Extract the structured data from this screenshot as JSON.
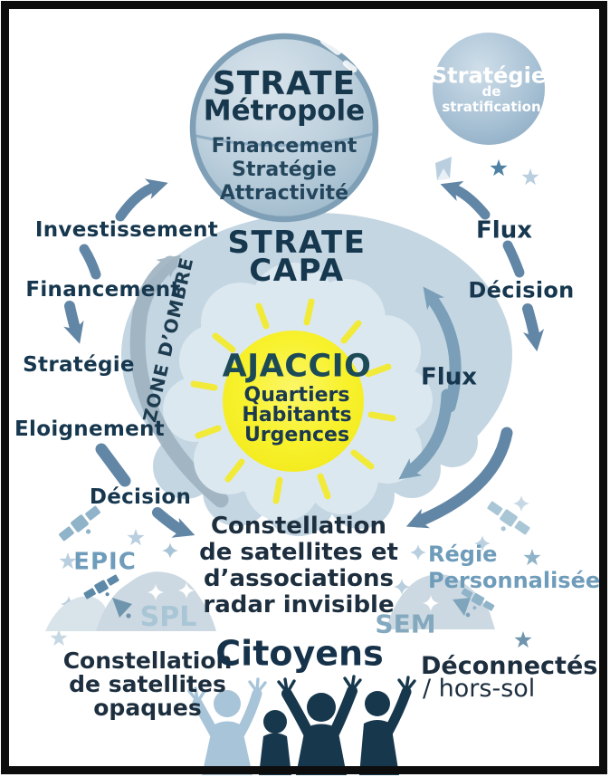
{
  "spheres": {
    "metropole": {
      "title": "STRATE",
      "subtitle": "Métropole",
      "items": "Financement\nStratégie\nAttractivité"
    },
    "stratification": {
      "line1": "Stratégie",
      "line2": "de stratification"
    }
  },
  "capa": {
    "title": "STRATE\nCAPA"
  },
  "sun": {
    "city": "AJACCIO",
    "items": "Quartiers\nHabitants\nUrgences"
  },
  "zone_ombre": "ZONE D’OMBRE",
  "labels": {
    "investissement": "Investissement",
    "financement": "Financement",
    "strategie": "Stratégie",
    "eloignement": "Eloignement",
    "decision_left": "Décision",
    "flux_top": "Flux",
    "decision_right": "Décision",
    "flux_mid": "Flux"
  },
  "core": {
    "text": "Constellation\nde satellites et\nd’associations\nradar invisible"
  },
  "entities": {
    "epic": "EPIC",
    "spl": "SPL",
    "sem": "SEM",
    "regie": "Régie\nPersonnalisée"
  },
  "bottom": {
    "opaques": "Constellation\nde satellites\nopaques",
    "citoyens": "Citoyens",
    "deconnectes_line1": "Déconnectés",
    "deconnectes_line2": "/ hors-sol"
  },
  "colors": {
    "navy_text": "#16374e",
    "steel_arrow": "#6286a5",
    "inner_arc_blue": "#7b9fb8",
    "shadow_arc_gray": "#9fb2c0",
    "sphere_blue": "#b7cbd9",
    "capa_circle_blue": "#c4d6e2",
    "cloud_blue": "#dce8f0",
    "sun_yellow": "#f6ef2c",
    "entity_blue": "#6f9cba",
    "hill_blue": "#cdd9e2",
    "person_light": "#a8c4d8",
    "person_dark": "#17374d"
  }
}
